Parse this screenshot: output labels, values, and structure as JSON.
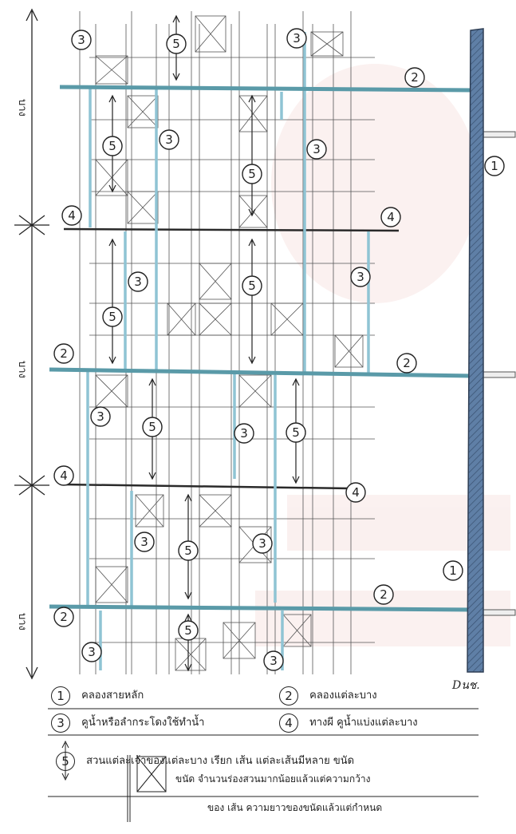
{
  "diagram": {
    "side_labels": [
      "บาง",
      "บาง",
      "บาง"
    ],
    "callouts": {
      "main_canal": "1",
      "branch_canal": "2",
      "ditch": "3",
      "boundary": "4",
      "garden_strip": "5"
    },
    "colors": {
      "main_canal": "#5f7fa6",
      "branch_canal": "#5a9aa8",
      "ditch": "#8fc4d4",
      "line": "#333333"
    }
  },
  "legend": {
    "items": [
      {
        "num": "1",
        "text": "คลองสายหลัก"
      },
      {
        "num": "2",
        "text": "คลองแต่ละบาง"
      },
      {
        "num": "3",
        "text": "คูน้ำหรือลำกระโดงใช้ทำน้ำ"
      },
      {
        "num": "4",
        "text": "ทางผี คูน้ำแบ่งแต่ละบาง"
      },
      {
        "num": "5",
        "text": "สวนแต่ละเจ้าของแต่ละบาง เรียก เส้น แต่ละเส้นมีหลาย ขนัด"
      }
    ],
    "note_line1": "ขนัด จำนวนร่องสวนมากน้อยแล้วแต่ความกว้าง",
    "note_line2": "ของ เส้น ความยาวของขนัดแล้วแต่กำหนด",
    "signature": "Dนช."
  }
}
